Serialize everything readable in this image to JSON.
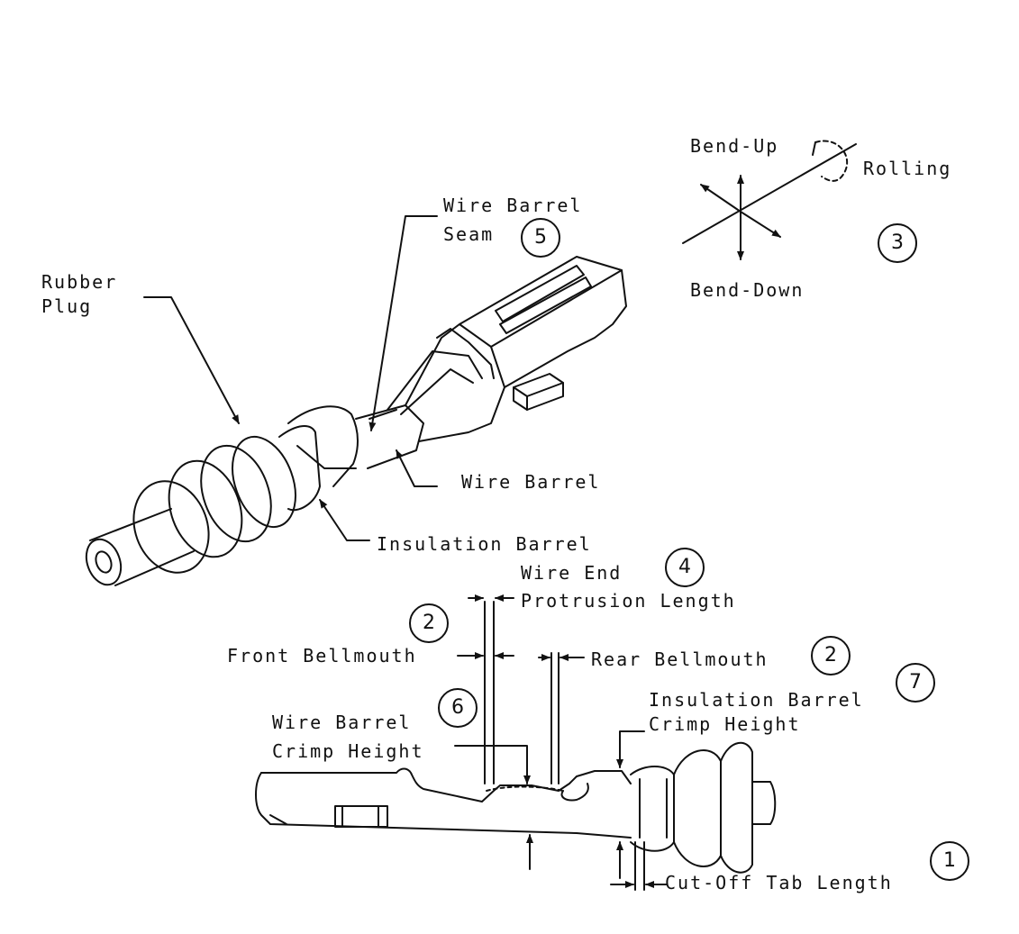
{
  "labels": {
    "bend_up": "Bend-Up",
    "rolling": "Rolling",
    "bend_down": "Bend-Down",
    "wire_barrel_seam_1": "Wire Barrel",
    "wire_barrel_seam_2": "Seam",
    "rubber_plug_1": "Rubber",
    "rubber_plug_2": "Plug",
    "wire_barrel": "Wire Barrel",
    "insulation_barrel": "Insulation Barrel",
    "wire_end_1": "Wire End",
    "wire_end_2": "Protrusion Length",
    "front_bellmouth": "Front Bellmouth",
    "rear_bellmouth": "Rear Bellmouth",
    "ins_crimp_1": "Insulation Barrel",
    "ins_crimp_2": "Crimp Height",
    "wire_crimp_1": "Wire Barrel",
    "wire_crimp_2": "Crimp Height",
    "cutoff_tab": "Cut-Off Tab Length"
  },
  "callouts": {
    "c1": "1",
    "c2a": "2",
    "c2b": "2",
    "c3": "3",
    "c4": "4",
    "c5": "5",
    "c6": "6",
    "c7": "7"
  }
}
